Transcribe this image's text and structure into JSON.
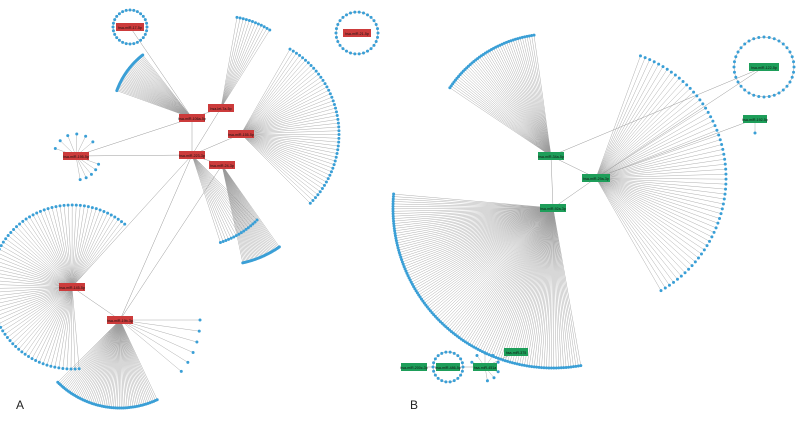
{
  "panels": [
    {
      "id": "A",
      "label": "A",
      "hub_color": "#cc3b3b",
      "hub_labels": [
        "hsa-miR-17-5p",
        "hsa-miR-21-5p",
        "hsa-miR-106a-5p",
        "hsa-let-7a-5p",
        "hsa-miR-155-5p",
        "hsa-miR-223-3p",
        "hsa-miR-24-3p",
        "hsa-miR-195-5p",
        "hsa-miR-145-5p",
        "hsa-miR-19b-3p",
        "hsa-miR-16-5p",
        "hsa-miR-126-3p"
      ]
    },
    {
      "id": "B",
      "label": "B",
      "hub_color": "#1e9e5a",
      "hub_labels": [
        "hsa-miR-34a-5p",
        "hsa-miR-29a-3p",
        "hsa-miR-92a-3p",
        "hsa-miR-122-5p",
        "hsa-miR-192-5p",
        "hsa-miR-200c-3p",
        "hsa-miR-486-5p",
        "hsa-miR-451a",
        "hsa-miR-375",
        "hsa-miR-146a-5p"
      ]
    }
  ],
  "colors": {
    "target_node": "#3a9fd6",
    "edge": "#9a9a9a",
    "hub_text": "#111111"
  }
}
